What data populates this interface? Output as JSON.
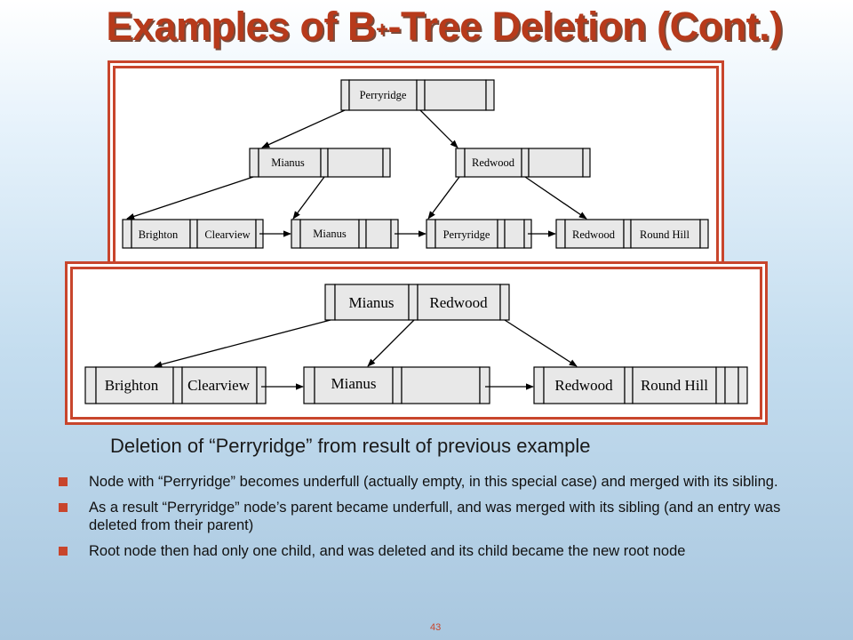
{
  "slide": {
    "title_main": "Examples of B",
    "title_sup": "+",
    "title_rest": "-Tree Deletion (Cont.)",
    "caption": "Deletion of “Perryridge” from result of previous example",
    "page_number": "43"
  },
  "bullets": [
    "Node with “Perryridge” becomes underfull (actually empty, in this special case) and merged with its sibling.",
    "As a result “Perryridge” node’s parent became underfull, and was merged with its sibling (and an entry was deleted from their parent)",
    "Root node then had only one child, and was deleted and its child became the new root node"
  ],
  "tree_before": {
    "root": [
      "Perryridge"
    ],
    "internal": [
      [
        "Mianus"
      ],
      [
        "Redwood"
      ]
    ],
    "leaves": [
      [
        "Brighton",
        "Clearview"
      ],
      [
        "Mianus"
      ],
      [
        "Perryridge"
      ],
      [
        "Redwood",
        "Round Hill"
      ]
    ]
  },
  "tree_after": {
    "root": [
      "Mianus",
      "Redwood"
    ],
    "leaves": [
      [
        "Brighton",
        "Clearview"
      ],
      [
        "Mianus"
      ],
      [
        "Redwood",
        "Round Hill"
      ]
    ]
  },
  "colors": {
    "title": "#b73a1b",
    "frame": "#c8452c",
    "bullet": "#c8452c",
    "cell": "#e8e8e8"
  }
}
